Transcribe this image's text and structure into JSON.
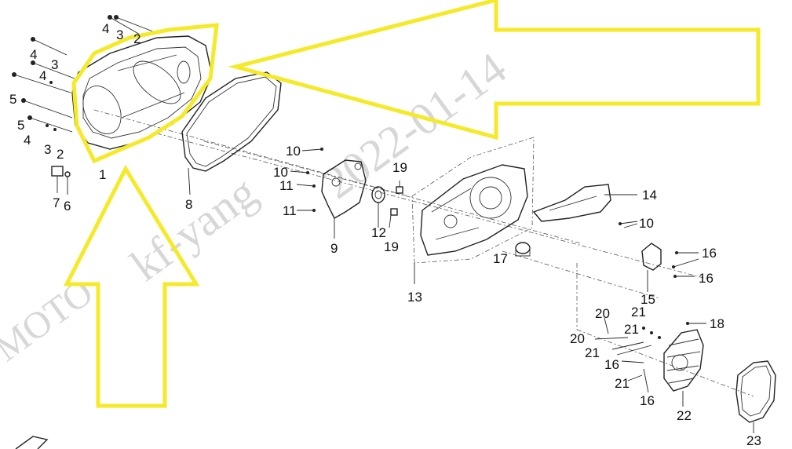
{
  "watermark": {
    "date": "2022-01-14",
    "user": "kf-yang",
    "brand": "MOTO"
  },
  "callouts": [
    {
      "id": "c4a",
      "text": "4"
    },
    {
      "id": "c3a",
      "text": "3"
    },
    {
      "id": "c2a",
      "text": "2"
    },
    {
      "id": "c4b",
      "text": "4"
    },
    {
      "id": "c3b",
      "text": "3"
    },
    {
      "id": "c4c",
      "text": "4"
    },
    {
      "id": "c5a",
      "text": "5"
    },
    {
      "id": "c5b",
      "text": "5"
    },
    {
      "id": "c4d",
      "text": "4"
    },
    {
      "id": "c3c",
      "text": "3"
    },
    {
      "id": "c2b",
      "text": "2"
    },
    {
      "id": "c1",
      "text": "1"
    },
    {
      "id": "c7",
      "text": "7"
    },
    {
      "id": "c6",
      "text": "6"
    },
    {
      "id": "c8",
      "text": "8"
    },
    {
      "id": "c10a",
      "text": "10"
    },
    {
      "id": "c10b",
      "text": "10"
    },
    {
      "id": "c11a",
      "text": "11"
    },
    {
      "id": "c11b",
      "text": "11"
    },
    {
      "id": "c9",
      "text": "9"
    },
    {
      "id": "c19a",
      "text": "19"
    },
    {
      "id": "c12",
      "text": "12"
    },
    {
      "id": "c19b",
      "text": "19"
    },
    {
      "id": "c13",
      "text": "13"
    },
    {
      "id": "c17",
      "text": "17"
    },
    {
      "id": "c14",
      "text": "14"
    },
    {
      "id": "c10c",
      "text": "10"
    },
    {
      "id": "c16a",
      "text": "16"
    },
    {
      "id": "c16b",
      "text": "16"
    },
    {
      "id": "c15",
      "text": "15"
    },
    {
      "id": "c18",
      "text": "18"
    },
    {
      "id": "c20a",
      "text": "20"
    },
    {
      "id": "c21a",
      "text": "21"
    },
    {
      "id": "c20b",
      "text": "20"
    },
    {
      "id": "c21b",
      "text": "21"
    },
    {
      "id": "c21c",
      "text": "21"
    },
    {
      "id": "c16c",
      "text": "16"
    },
    {
      "id": "c21d",
      "text": "21"
    },
    {
      "id": "c16d",
      "text": "16"
    },
    {
      "id": "c22",
      "text": "22"
    },
    {
      "id": "c23",
      "text": "23"
    }
  ],
  "colors": {
    "highlight_arrow": "#f4ea2a",
    "line_art": "#222222",
    "watermark": "#d7d7d7"
  }
}
